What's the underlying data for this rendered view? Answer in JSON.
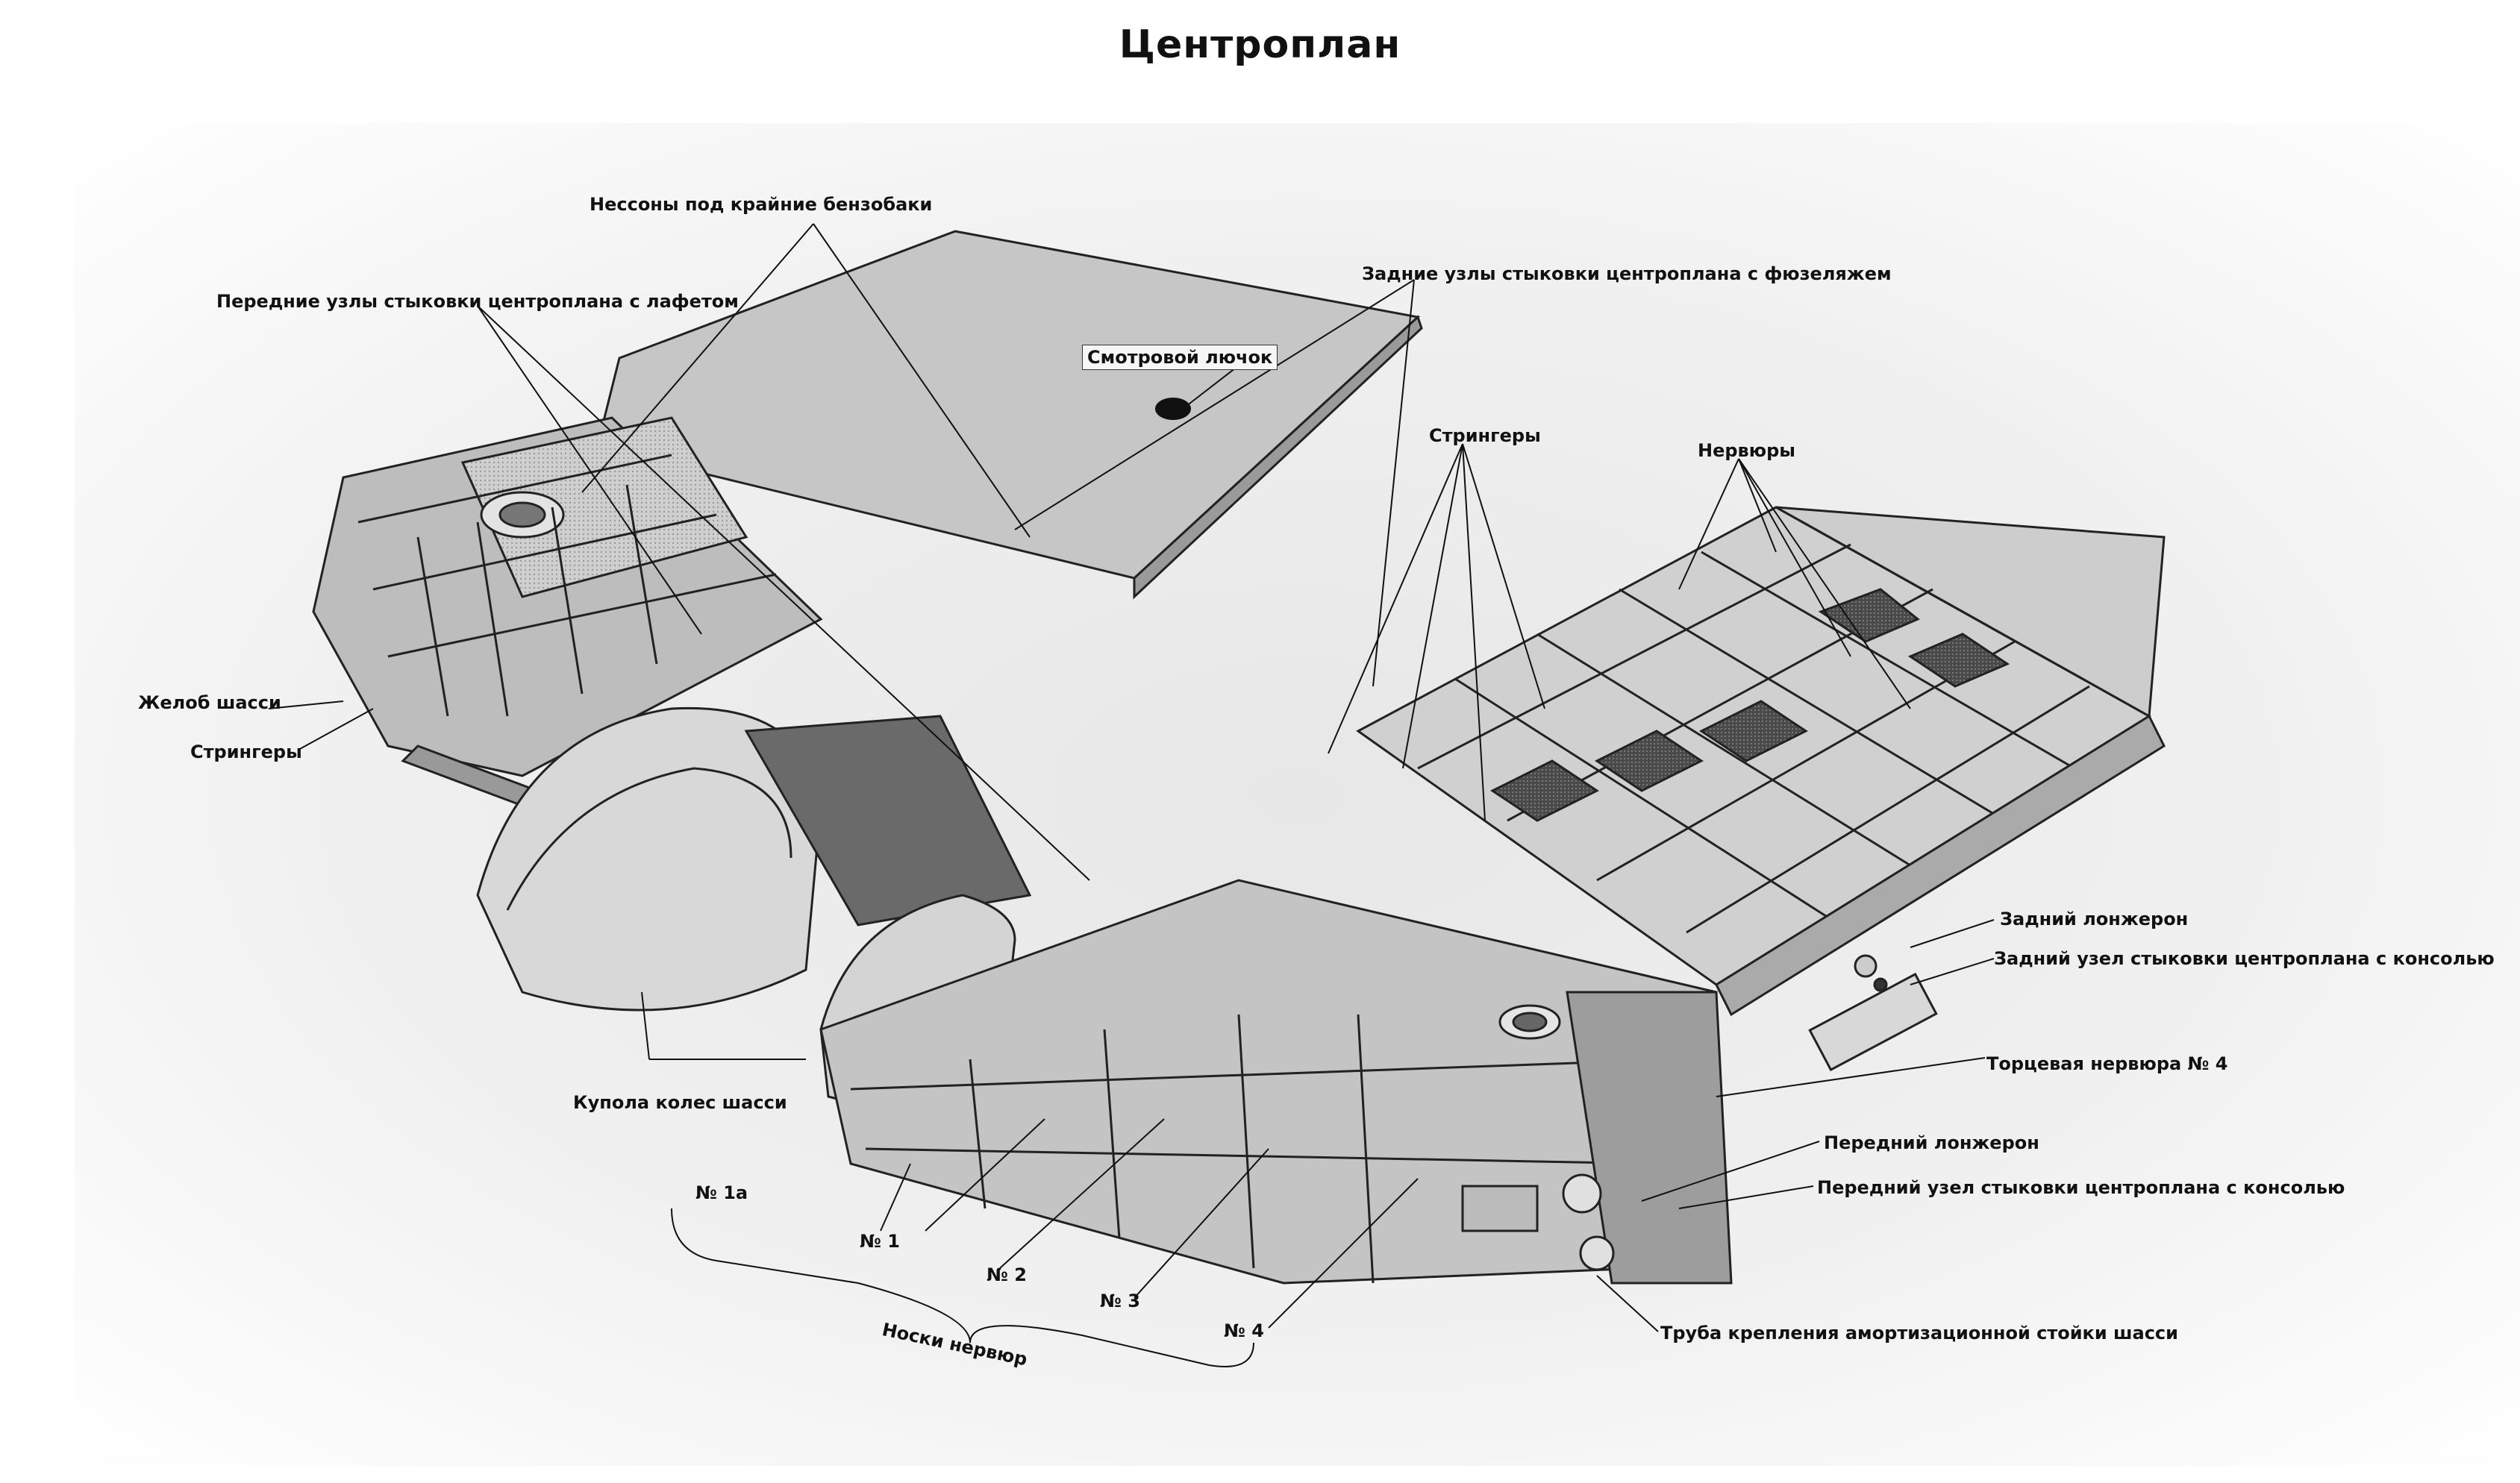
{
  "title": "Центроплан",
  "labels": {
    "nacelles": "Нессоны под крайние бензобаки",
    "front_joints_carriage": "Передние узлы стыковки  центроплана с лафетом",
    "rear_joints_fuselage": "Задние узлы стыковки  центроплана с фюзеляжем",
    "inspection_hatch": "Смотровой лючок",
    "stringers_top": "Стрингеры",
    "ribs": "Нервюры",
    "chassis_trough": "Желоб шасси",
    "stringers_left": "Стрингеры",
    "rear_spar": "Задний  лонжерон",
    "rear_joint_console": "Задний узел стыковки центроплана с консолью",
    "end_rib_4": "Торцевая нервюра № 4",
    "front_spar": "Передний лонжерон",
    "front_joint_console": "Передний узел  стыковки центроплана с консолью",
    "gear_tube": "Труба крепления амортизационной стойки шасси",
    "wheel_domes": "Купола колес шасси",
    "rib_1a": "№ 1а",
    "rib_1": "№ 1",
    "rib_2": "№ 2",
    "rib_3": "№ 3",
    "rib_4": "№ 4",
    "rib_noses": "Носки нервюр"
  }
}
